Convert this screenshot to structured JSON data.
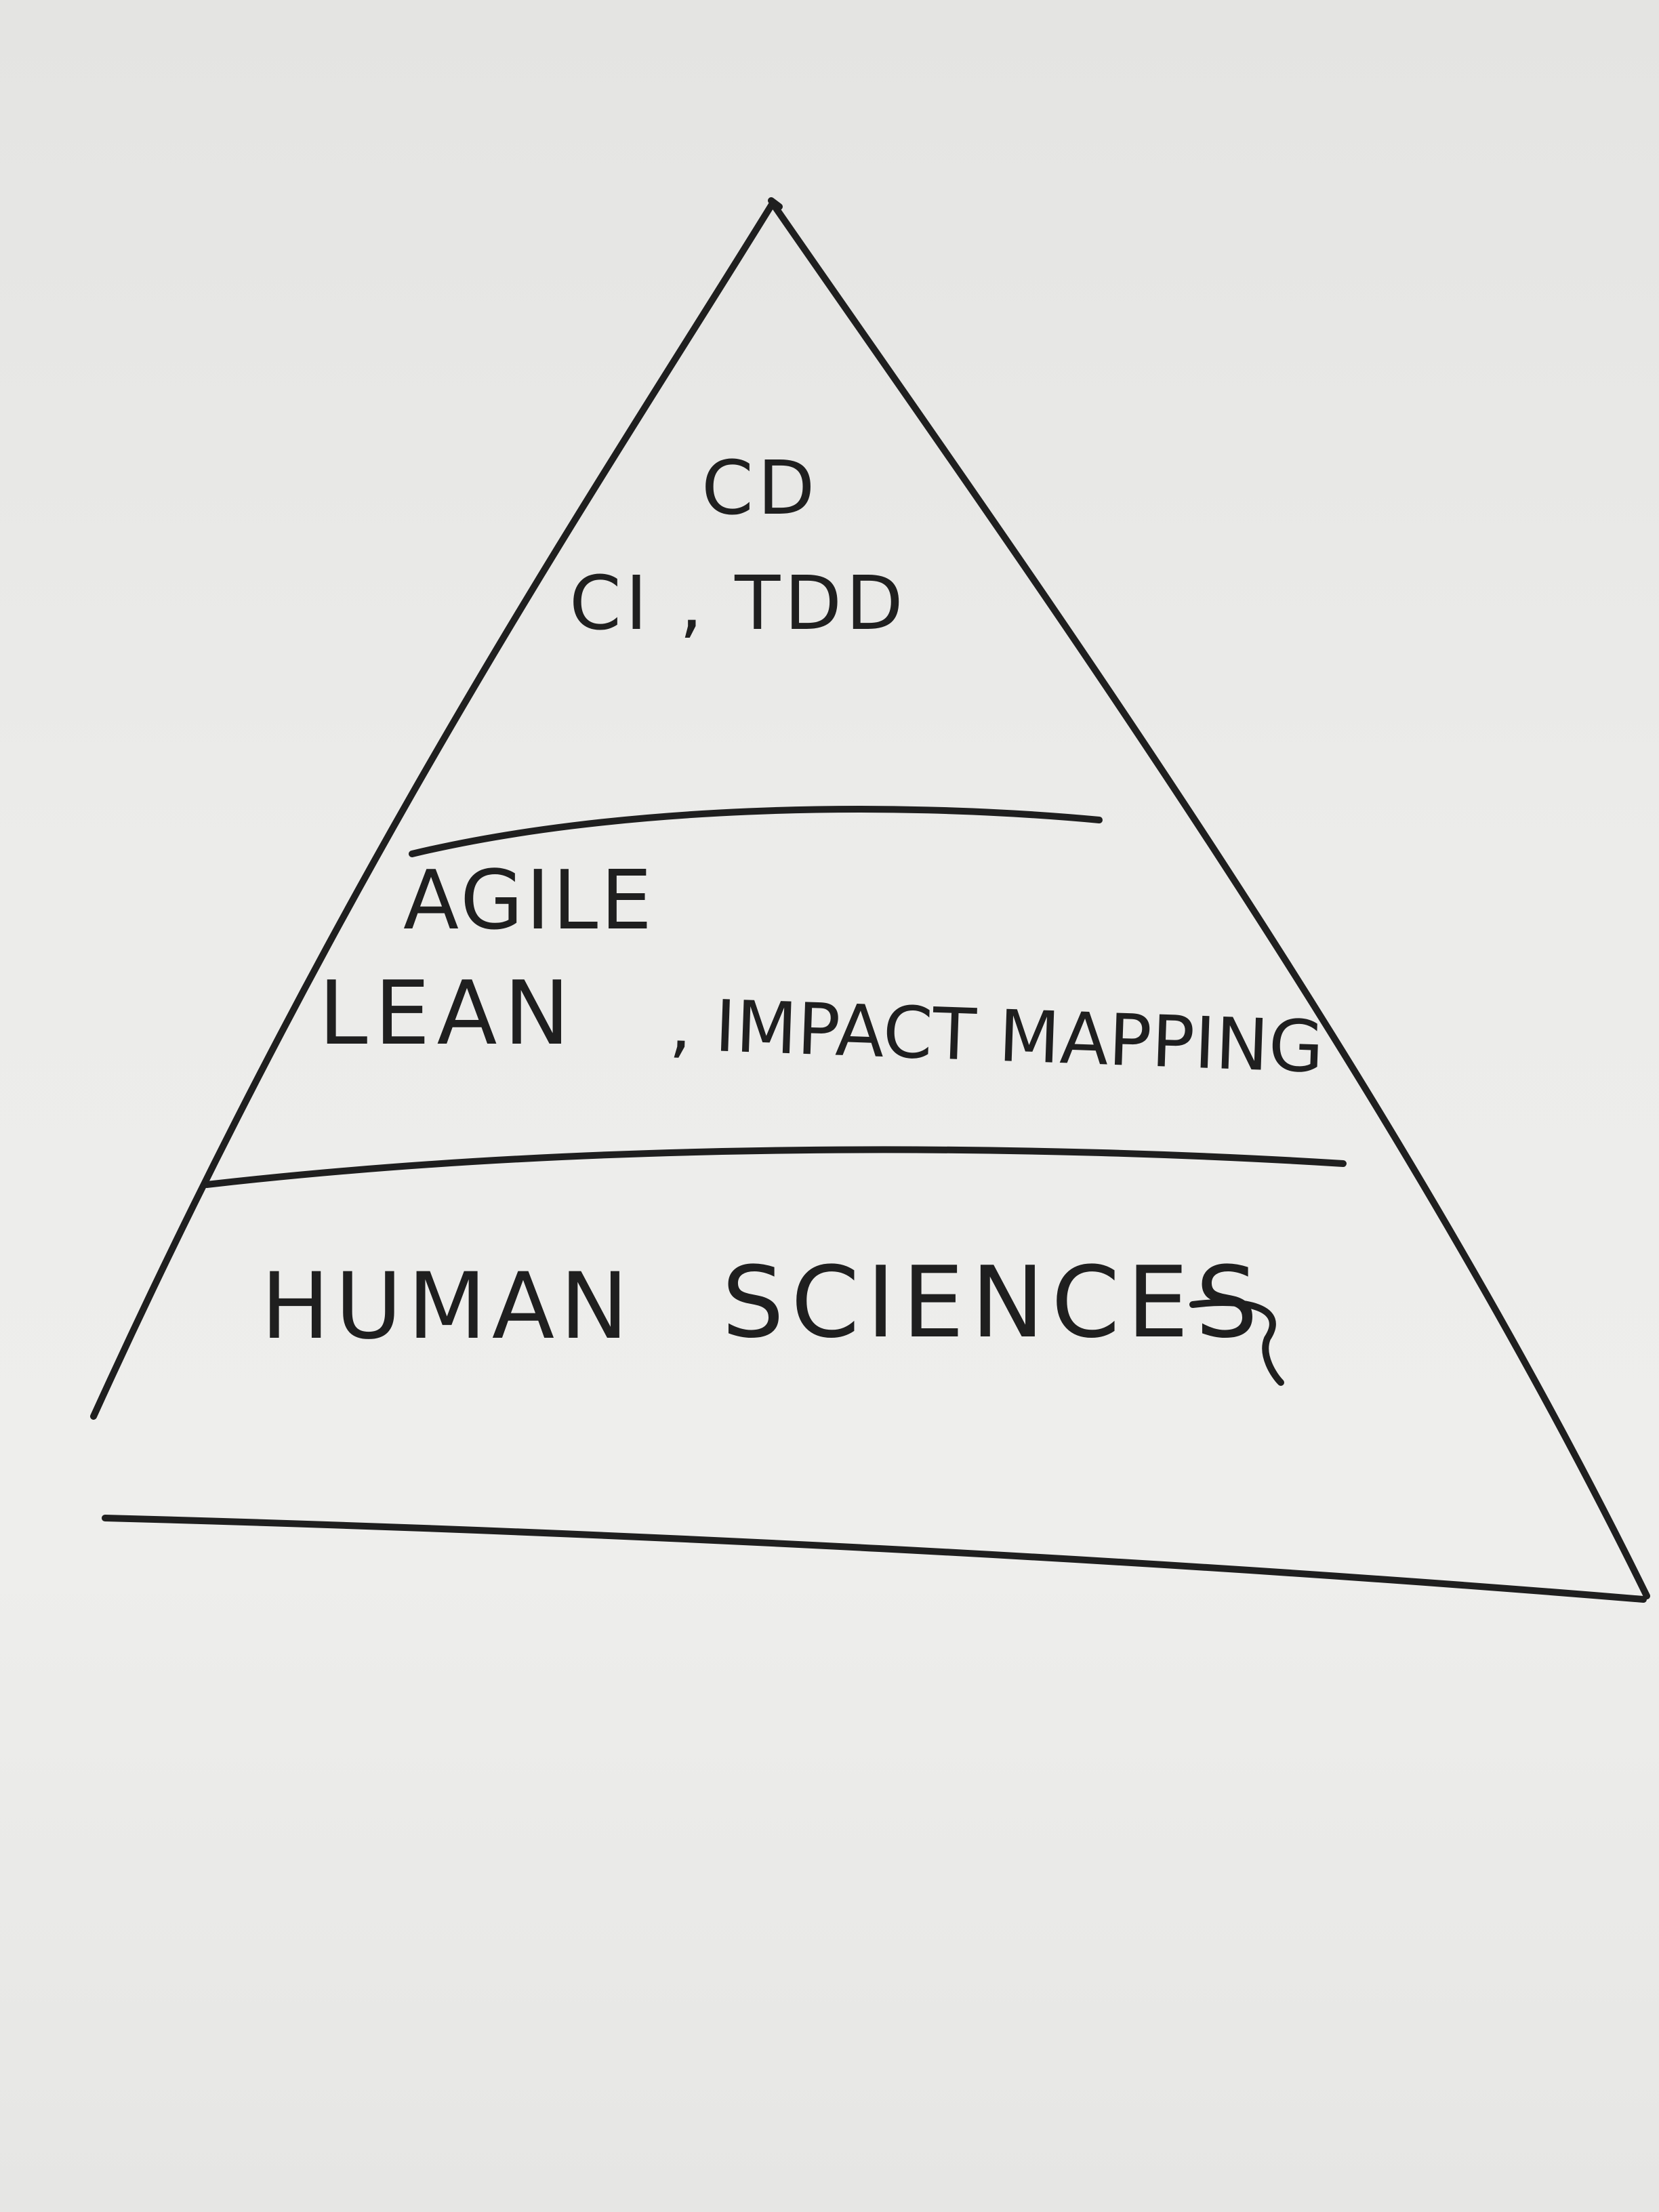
{
  "diagram": {
    "type": "pyramid",
    "tiers": [
      {
        "position": "top",
        "lines": [
          "CD",
          "CI , TDD"
        ]
      },
      {
        "position": "middle",
        "lines": [
          "AGILE",
          "LEAN",
          ", IMPACT MAPPING"
        ]
      },
      {
        "position": "bottom",
        "lines": [
          "HUMAN",
          "SCIENCES"
        ]
      }
    ]
  },
  "colors": {
    "paper": "#ececea",
    "ink": "#1f1f1f"
  }
}
